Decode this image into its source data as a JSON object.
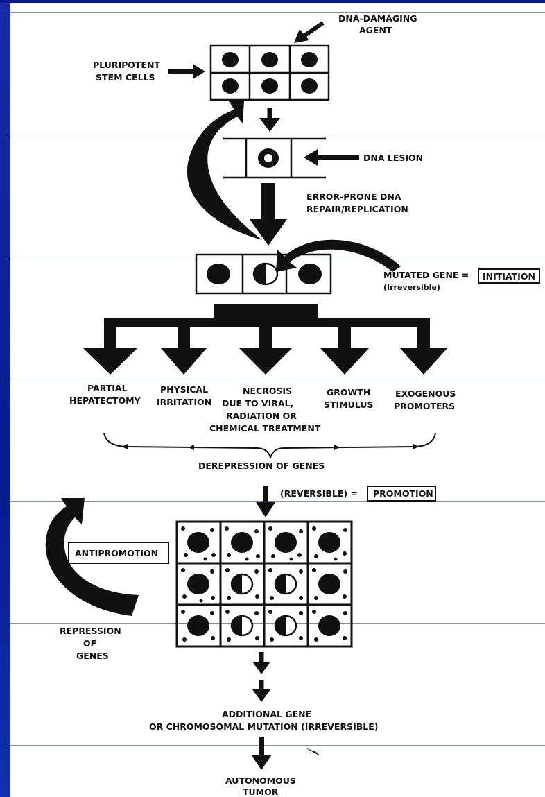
{
  "labels": {
    "dna_damaging_agent": [
      "DNA-DAMAGING",
      "AGENT"
    ],
    "pluripotent_stem_cells": [
      "PLURIPOTENT",
      "STEM CELLS"
    ],
    "dna_lesion": "DNA LESION",
    "error_prone": [
      "ERROR-PRONE DNA",
      "REPAIR/REPLICATION"
    ],
    "mutated_gene": "MUTATED GENE =",
    "initiation": "INITIATION",
    "irreversible": "(Irreversible)",
    "partial_hepatectomy": [
      "PARTIAL",
      "HEPATECTOMY"
    ],
    "physical_irritation": [
      "PHYSICAL",
      "IRRITATION"
    ],
    "necrosis": [
      "NECROSIS",
      "DUE TO VIRAL,",
      "RADIATION OR",
      "CHEMICAL TREATMENT"
    ],
    "growth_stimulus": [
      "GROWTH",
      "STIMULUS"
    ],
    "exogenous_promoters": [
      "EXOGENOUS",
      "PROMOTERS"
    ],
    "derepression": "DEREPRESSION OF GENES",
    "reversible": "(REVERSIBLE) =",
    "promotion": "PROMOTION",
    "antipromotion": "ANTIPROMOTION",
    "repression": [
      "REPRESSION",
      "OF",
      "GENES"
    ],
    "additional_mutation": [
      "ADDITIONAL GENE",
      "OR CHROMOSOMAL MUTATION (IRREVERSIBLE)"
    ],
    "autonomous_tumor": [
      "AUTONOMOUS",
      "TUMOR"
    ]
  }
}
